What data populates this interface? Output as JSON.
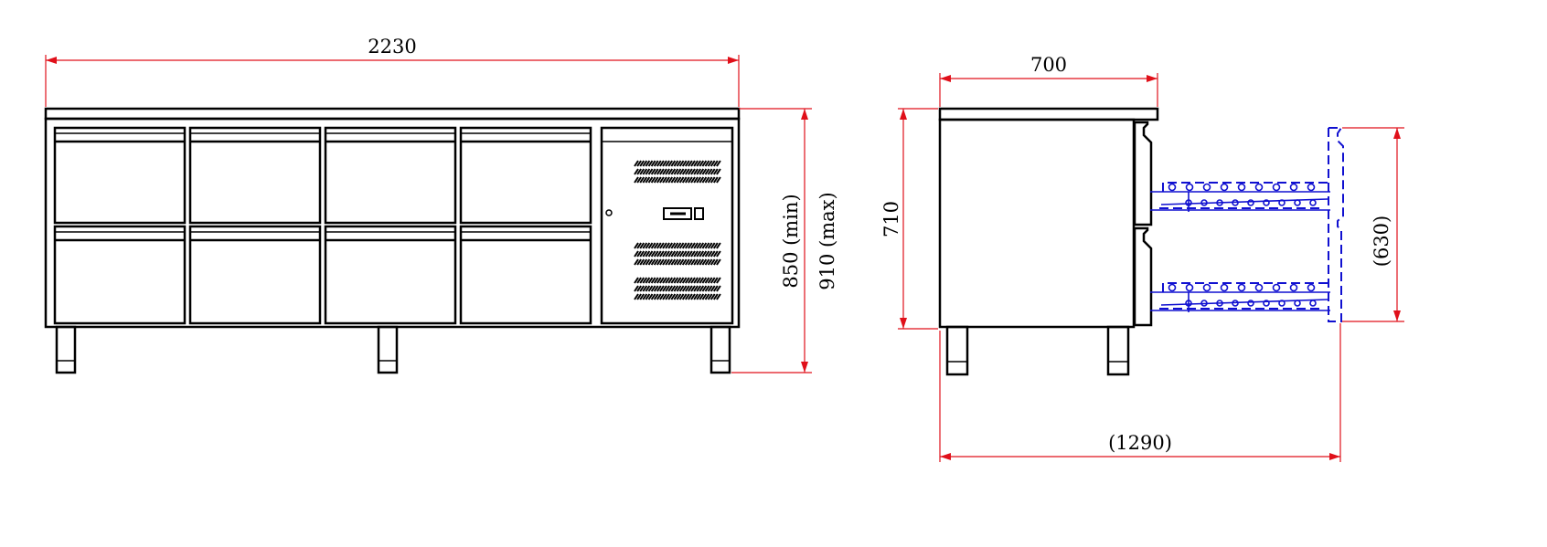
{
  "drawing": {
    "front_view": {
      "width_label": "2230",
      "height_min_label": "850 (min)",
      "height_max_label": "910 (max)",
      "drawer_count": 8
    },
    "side_view": {
      "depth_label": "700",
      "height_label": "710",
      "drawer_extension_height_label": "(630)",
      "total_depth_open_label": "(1290)"
    },
    "colors": {
      "dimension": "#e0101a",
      "extended_drawer": "#1010d0",
      "outline": "#000000"
    }
  }
}
